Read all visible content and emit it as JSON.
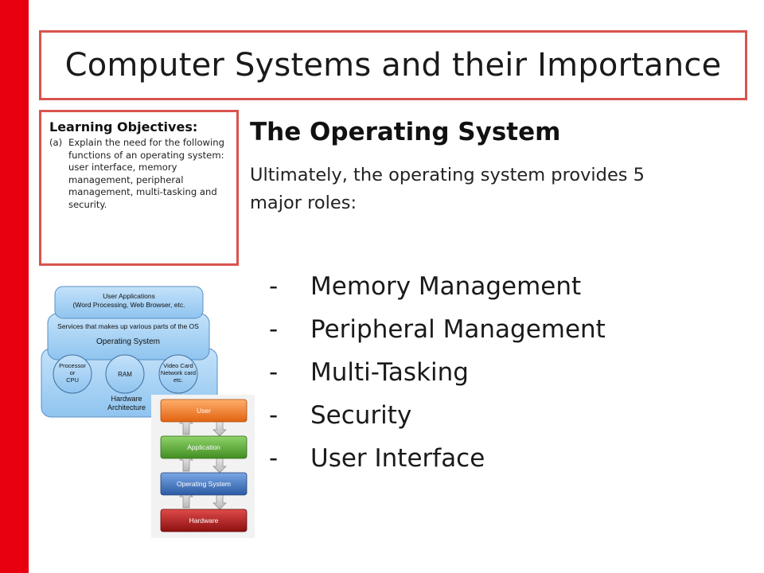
{
  "slide": {
    "title": "Computer Systems and their Importance",
    "learning_objectives": {
      "heading": "Learning Objectives:",
      "items": [
        {
          "marker": "(a)",
          "text": "Explain the need for the following functions of an operating system: user interface, memory management, peripheral management, multi-tasking and security."
        }
      ]
    },
    "section_title": "The Operating System",
    "intro": "Ultimately, the operating system provides 5 major roles:",
    "roles": [
      {
        "dash": "-",
        "label": "Memory Management"
      },
      {
        "dash": "-",
        "label": "Peripheral Management"
      },
      {
        "dash": "-",
        "label": "Multi-Tasking"
      },
      {
        "dash": "-",
        "label": "Security"
      },
      {
        "dash": "-",
        "label": "User Interface"
      }
    ]
  },
  "diagram_layers": {
    "user_apps_line1": "User Applications",
    "user_apps_line2": "(Word Processing, Web Browser, etc.",
    "services": "Services that makes up various parts of the OS",
    "os": "Operating System",
    "processor_line1": "Processor",
    "processor_line2": "or",
    "processor_line3": "CPU",
    "ram": "RAM",
    "video_line1": "Video Card",
    "video_line2": "Network card",
    "video_line3": "etc.",
    "hardware_line1": "Hardware",
    "hardware_line2": "Architecture"
  },
  "diagram_stack": {
    "user": "User",
    "application": "Application",
    "operating_system": "Operating System",
    "hardware": "Hardware"
  },
  "colors": {
    "sidebar": "#e8000e",
    "box_border": "#d9534f",
    "layer_fill": "#a9d3f5",
    "user": "#f47a1f",
    "application": "#5aa532",
    "os": "#3a6fb8",
    "hardware": "#b31b1b"
  }
}
